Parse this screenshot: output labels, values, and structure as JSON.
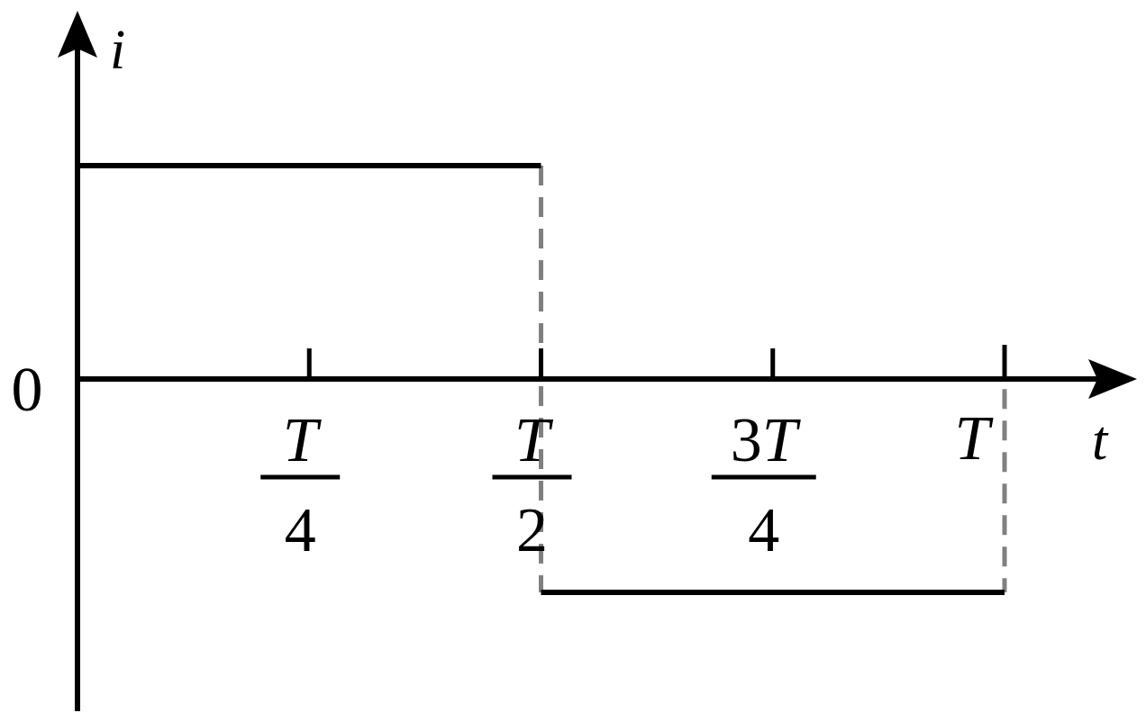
{
  "chart_data": {
    "type": "line",
    "title": "",
    "xlabel": "t",
    "ylabel": "i",
    "origin_label": "0",
    "x_ticks": [
      {
        "value": 0.25,
        "num": "T",
        "den": "4"
      },
      {
        "value": 0.5,
        "num": "T",
        "den": "2"
      },
      {
        "value": 0.75,
        "num": "3T",
        "den": "4"
      },
      {
        "value": 1.0,
        "num": "T",
        "den": ""
      }
    ],
    "x_unit": "T",
    "xlim": [
      0,
      1.1
    ],
    "ylim": [
      -1.4,
      1.4
    ],
    "grid": false,
    "series": [
      {
        "values": [
          {
            "x": 0,
            "y": 1
          },
          {
            "x": 0.5,
            "y": 1
          }
        ],
        "style": "solid"
      },
      {
        "values": [
          {
            "x": 0.5,
            "y": -1
          },
          {
            "x": 1.0,
            "y": -1
          }
        ],
        "style": "solid"
      }
    ],
    "guides": [
      {
        "x": 0.5,
        "from": 1,
        "to": -1,
        "style": "dashed"
      },
      {
        "x": 1.0,
        "from": 0.1,
        "to": -1,
        "style": "dashed"
      }
    ],
    "colors": {
      "axis": "#000000",
      "line": "#000000",
      "guide": "#808080"
    }
  }
}
